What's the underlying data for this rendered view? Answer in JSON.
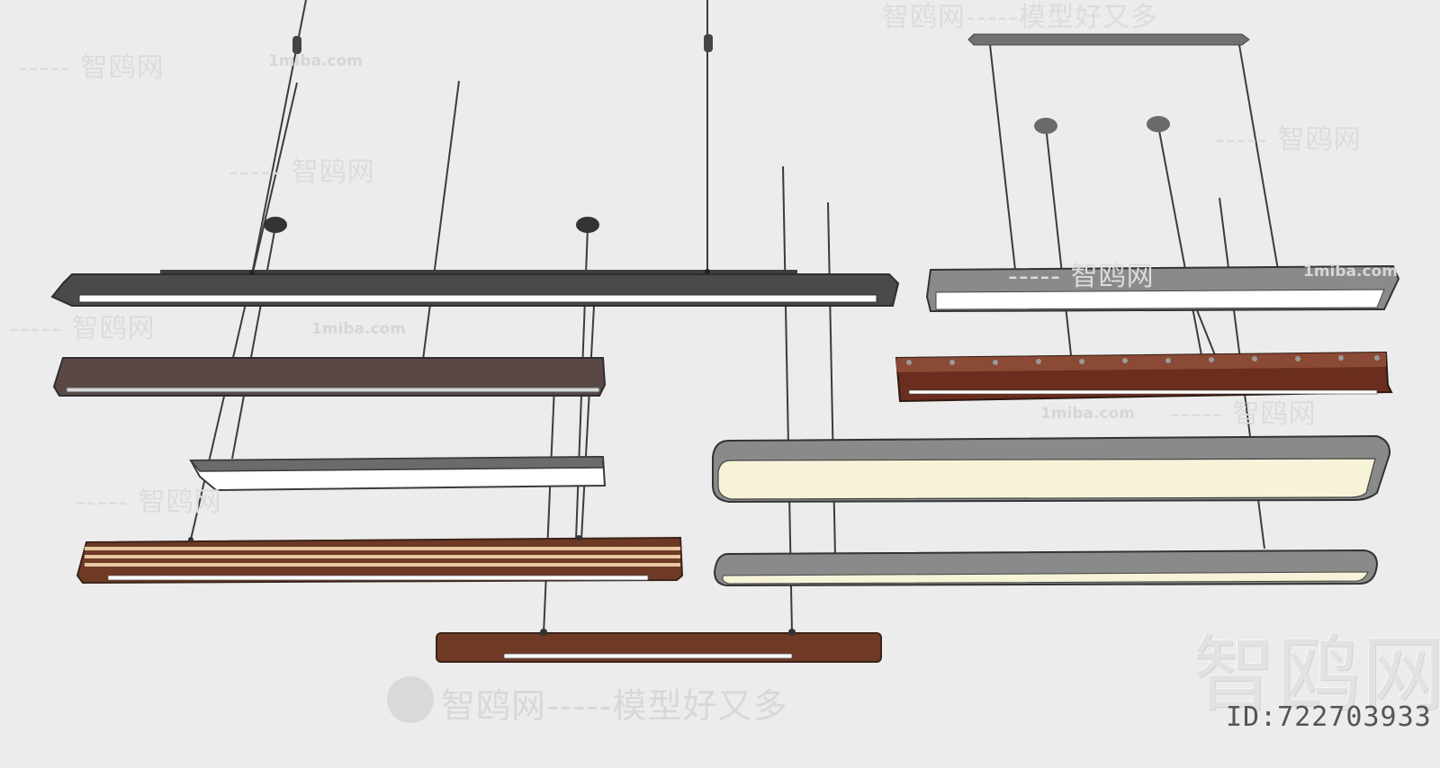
{
  "watermarks": {
    "brand_short": "智鸥网",
    "brand_long": "智鸥网-----模型好又多",
    "brand_dash_left": "----- 智鸥网",
    "site": "1miba.com",
    "big": "智鸥网",
    "id_label": "ID:722703933"
  },
  "colors": {
    "background": "#ececec",
    "dark_gray": "#4a4a4a",
    "mid_gray": "#8a8a8a",
    "brown_dark": "#5a4846",
    "walnut": "#6e3a26",
    "warm_light": "#f7f3d8",
    "cable": "#3a3a3a"
  }
}
